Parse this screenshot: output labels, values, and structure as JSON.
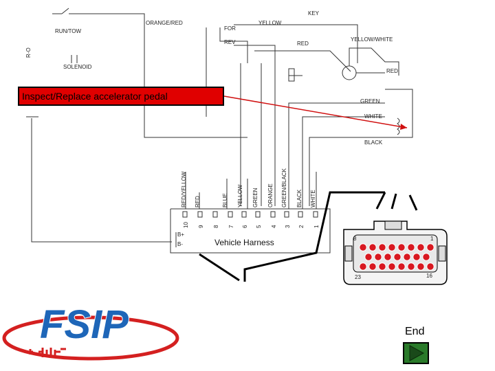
{
  "callout": {
    "text": "Inspect/Replace accelerator pedal"
  },
  "harness": {
    "label": "Vehicle Harness"
  },
  "end_button": {
    "label": "End"
  },
  "logo": {
    "text": "FSIP"
  },
  "schematic": {
    "top_labels": [
      "ORANGE/RED",
      "RUN/TOW",
      "R-O",
      "SOLENOID",
      "FOR",
      "REV",
      "YELLOW",
      "KEY",
      "RED",
      "YELLOW/WHITE",
      "RED",
      "GREEN",
      "WHITE",
      "BLACK"
    ],
    "wire_labels": [
      "RED/YELLOW",
      "RED",
      "BLUE",
      "YELLOW",
      "GREEN",
      "ORANGE",
      "GREEN/BLACK",
      "BLACK",
      "WHITE"
    ],
    "pin_numbers": [
      "10",
      "9",
      "8",
      "7",
      "6",
      "5",
      "4",
      "3",
      "2",
      "1"
    ],
    "side_labels": [
      "B+",
      "B-"
    ]
  },
  "connector": {
    "pin_labels": [
      "8",
      "1",
      "23",
      "16"
    ]
  },
  "colors": {
    "callout": "#e00000",
    "logo_blue": "#1e66b8",
    "logo_red": "#d42020",
    "pin_red": "#d81820",
    "end_green": "#2a7a2a"
  }
}
